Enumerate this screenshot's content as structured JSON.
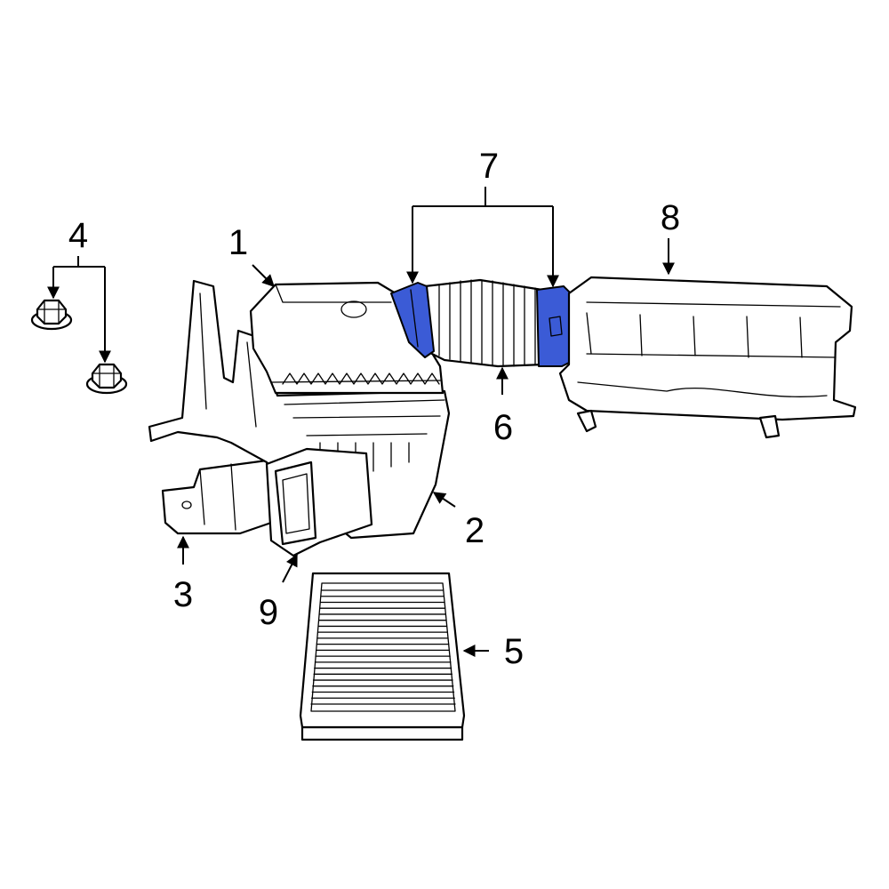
{
  "colors": {
    "highlight": "#3b5bd6",
    "line": "#000000",
    "background": "#ffffff"
  },
  "callouts": [
    {
      "id": "1",
      "text": "1"
    },
    {
      "id": "2",
      "text": "2"
    },
    {
      "id": "3",
      "text": "3"
    },
    {
      "id": "4",
      "text": "4"
    },
    {
      "id": "5",
      "text": "5"
    },
    {
      "id": "6",
      "text": "6"
    },
    {
      "id": "7",
      "text": "7"
    },
    {
      "id": "8",
      "text": "8"
    },
    {
      "id": "9",
      "text": "9"
    }
  ]
}
